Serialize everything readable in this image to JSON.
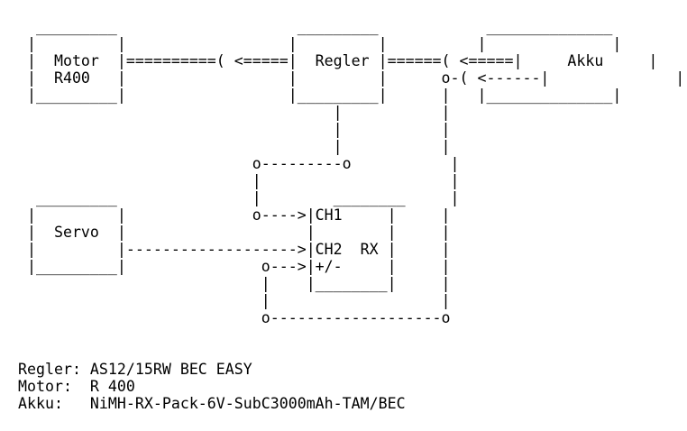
{
  "diagram": {
    "lines": [
      "  _________                    _________            ______________",
      " |         |                  |         |          |              |",
      " |  Motor  |==========( <=====|  Regler |======( <=====|     Akku     |",
      " |  R400   |                  |         |      o-( <------|              |",
      " |_________|                  |_________|      |   |______________|",
      "                                   |           |",
      "                                   |           |",
      "                                   |           |",
      "                          o---------o           |",
      "                          |                     |",
      "  _________               |        ________     |",
      " |         |              o---->|CH1     |     |",
      " |  Servo  |                    |        |     |",
      " |         |------------------->|CH2  RX |     |",
      " |_________|               o--->|+/-     |     |",
      "                           |    |________|     |",
      "                           |                   |",
      "                           o-------------------o",
      "",
      "",
      "Regler: AS12/15RW BEC EASY",
      "Motor:  R 400",
      "Akku:   NiMH-RX-Pack-6V-SubC3000mAh-TAM/BEC"
    ]
  }
}
